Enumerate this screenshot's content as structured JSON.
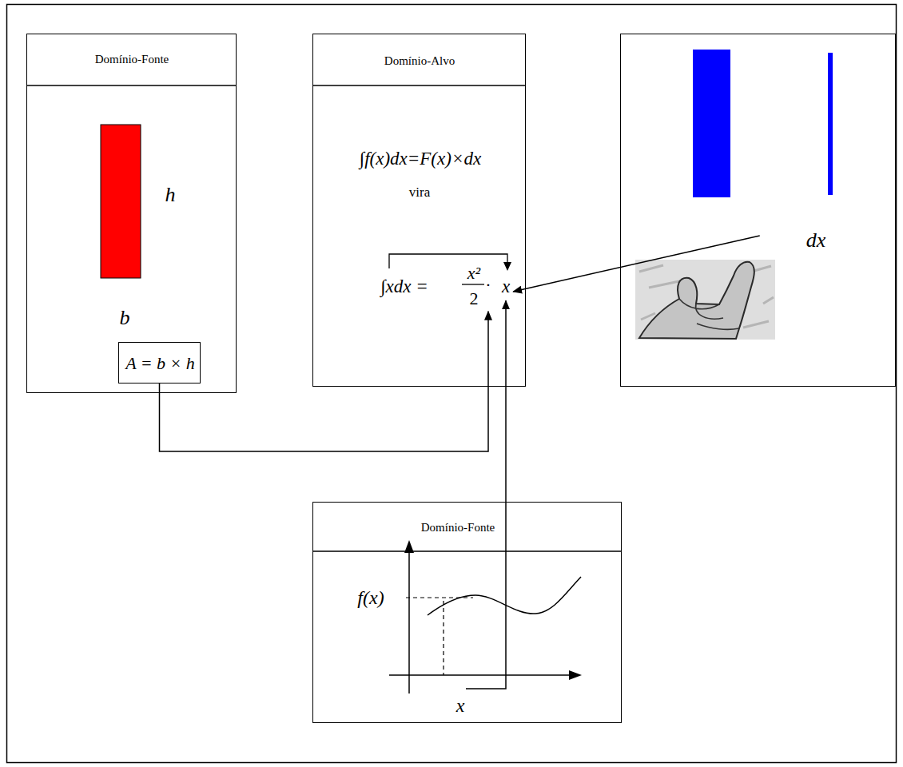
{
  "diagram": {
    "nodes": [
      {
        "text": [
          "Domínio-Fonte",
          "h",
          "b"
        ]
      },
      {
        "text": [
          "A = b × h"
        ],
        "in": 0
      },
      {
        "text": [
          "Domínio-Alvo",
          "∫f(x)dx=F(x)×dx",
          "vira",
          "∫xdx =",
          "x²",
          "2",
          "·",
          "x"
        ]
      },
      {
        "text": [
          "dx"
        ]
      },
      {
        "text": [
          "Domínio-Fonte",
          "f(x)",
          "x"
        ]
      }
    ],
    "edges": [
      {
        "from": 1,
        "to": 2,
        "arrow": "to"
      },
      {
        "from": 3,
        "to": 2,
        "arrow": "to"
      },
      {
        "from": 4,
        "to": 2,
        "arrow": "to"
      }
    ]
  }
}
